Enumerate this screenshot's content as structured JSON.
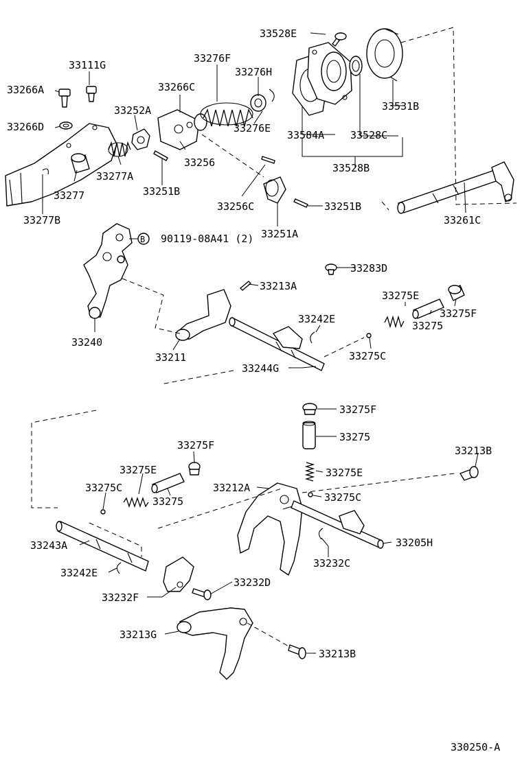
{
  "diagram": {
    "part_numbers": {
      "p33528E": "33528E",
      "p33531B": "33531B",
      "p33584A": "33584A",
      "p33528C": "33528C",
      "p33528B": "33528B",
      "p33276F": "33276F",
      "p33276H": "33276H",
      "p33276E": "33276E",
      "p33111G": "33111G",
      "p33266A": "33266A",
      "p33266C": "33266C",
      "p33252A": "33252A",
      "p33266D": "33266D",
      "p33256": "33256",
      "p33277A": "33277A",
      "p33277": "33277",
      "p33251B_a": "33251B",
      "p33251B_b": "33251B",
      "p33256C": "33256C",
      "p33277B": "33277B",
      "p33251A": "33251A",
      "p33261C": "33261C",
      "p90119": "90119-08A41 (2)",
      "p33283D": "33283D",
      "p33213A": "33213A",
      "p33275E_a": "33275E",
      "p33242E_a": "33242E",
      "p33275F_a": "33275F",
      "p33275_a": "33275",
      "p33240": "33240",
      "p33211": "33211",
      "p33275C_a": "33275C",
      "p33244G": "33244G",
      "p33275F_b": "33275F",
      "p33275_b": "33275",
      "p33275F_c": "33275F",
      "p33213B_a": "33213B",
      "p33275E_b": "33275E",
      "p33275E_c": "33275E",
      "p33212A": "33212A",
      "p33275C_b": "33275C",
      "p33275_c": "33275",
      "p33275C_c": "33275C",
      "p33243A": "33243A",
      "p33205H": "33205H",
      "p33232C": "33232C",
      "p33242E_b": "33242E",
      "p33232D": "33232D",
      "p33232F": "33232F",
      "p33213G": "33213G",
      "p33213B_b": "33213B"
    },
    "bolt_marker": "B",
    "figure_code": "330250-A"
  }
}
